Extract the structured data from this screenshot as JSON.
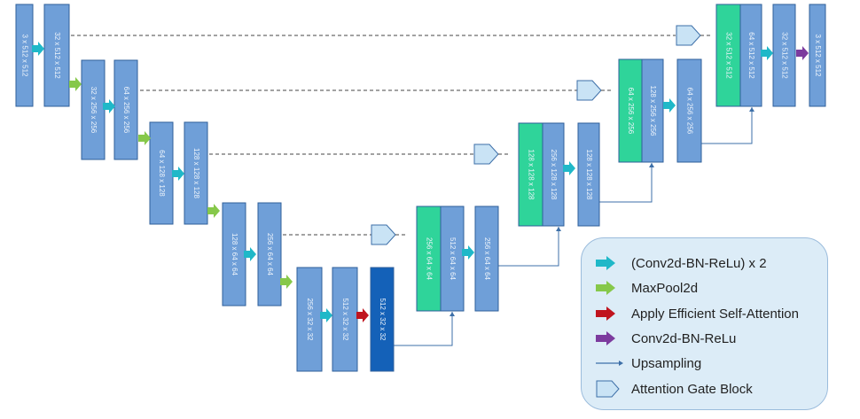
{
  "colors": {
    "block": "#6f9fd8",
    "block_border": "#2f5f9a",
    "block_green": "#2fd49a",
    "block_dark": "#1461b8",
    "conv_arrow": "#1fb8c8",
    "pool_arrow": "#86c84a",
    "attention_arrow": "#c0141e",
    "conv_single_arrow": "#7c3b9e",
    "skip_line": "#444444",
    "upsample_line": "#3d6fa8",
    "gate_fill": "#c9e3f5",
    "legend_bg": "#dcecf7"
  },
  "blocks": [
    {
      "label": "3 x 512 x 512",
      "style": "blue"
    },
    {
      "label": "32 x 512 x 512",
      "style": "blue"
    },
    {
      "label": "32 x 256 x 256",
      "style": "blue"
    },
    {
      "label": "64 x 256 x 256",
      "style": "blue"
    },
    {
      "label": "64 x 128 x 128",
      "style": "blue"
    },
    {
      "label": "128 x 128 x 128",
      "style": "blue"
    },
    {
      "label": "128 x 64 x 64",
      "style": "blue"
    },
    {
      "label": "256 x 64 x 64",
      "style": "blue"
    },
    {
      "label": "256 x 32 x 32",
      "style": "blue"
    },
    {
      "label": "512 x 32 x 32",
      "style": "blue"
    },
    {
      "label": "512 x 32 x 32",
      "style": "dark"
    },
    {
      "label": "256 x 64 x 64",
      "style": "green"
    },
    {
      "label": "512 x 64 x 64",
      "style": "blue"
    },
    {
      "label": "256 x 64 x 64",
      "style": "blue"
    },
    {
      "label": "128 x 128 x 128",
      "style": "green"
    },
    {
      "label": "256 x 128 x 128",
      "style": "blue"
    },
    {
      "label": "128 x 128 x 128",
      "style": "blue"
    },
    {
      "label": "64 x 256 x 256",
      "style": "green"
    },
    {
      "label": "128 x 256 x 256",
      "style": "blue"
    },
    {
      "label": "64 x 256 x 256",
      "style": "blue"
    },
    {
      "label": "32 x 512 x 512",
      "style": "green"
    },
    {
      "label": "64 x 512 x 512",
      "style": "blue"
    },
    {
      "label": "32 x 512 x 512",
      "style": "blue"
    },
    {
      "label": "3 x 512 x 512",
      "style": "blue"
    }
  ],
  "legend": {
    "conv_x2": "(Conv2d-BN-ReLu) x 2",
    "maxpool": "MaxPool2d",
    "attention": "Apply Efficient Self-Attention",
    "conv_single": "Conv2d-BN-ReLu",
    "upsampling": "Upsampling",
    "gate": "Attention Gate Block"
  }
}
